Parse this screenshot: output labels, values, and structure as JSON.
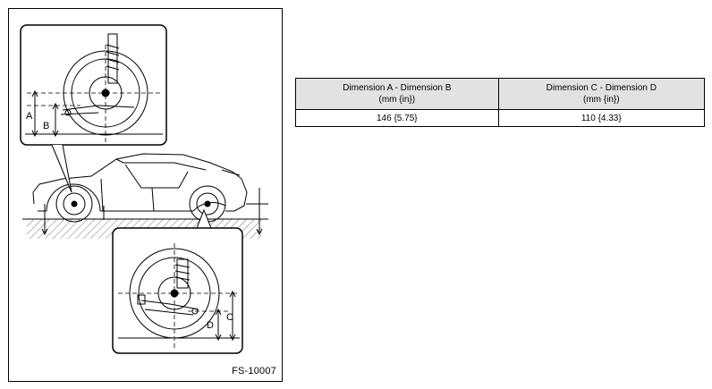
{
  "figure": {
    "id_label": "FS-10007",
    "labels": {
      "a": "A",
      "b": "B",
      "c": "C",
      "d": "D"
    }
  },
  "table": {
    "headers": [
      {
        "title": "Dimension A - Dimension B",
        "unit": "(mm {in})"
      },
      {
        "title": "Dimension C - Dimension D",
        "unit": "(mm {in})"
      }
    ],
    "rows": [
      [
        "146 {5.75}",
        "110 {4.33}"
      ]
    ]
  }
}
